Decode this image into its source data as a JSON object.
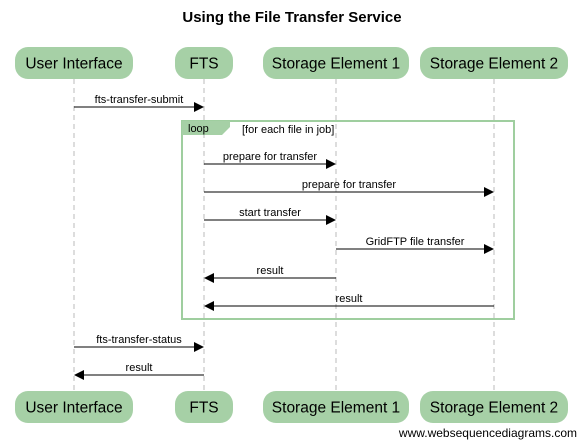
{
  "title": "Using the File Transfer Service",
  "watermark": "www.websequencediagrams.com",
  "participants": [
    {
      "id": "ui",
      "label": "User Interface"
    },
    {
      "id": "fts",
      "label": "FTS"
    },
    {
      "id": "se1",
      "label": "Storage Element 1"
    },
    {
      "id": "se2",
      "label": "Storage Element 2"
    }
  ],
  "messages": [
    {
      "from": "ui",
      "to": "fts",
      "label": "fts-transfer-submit"
    },
    {
      "from": "fts",
      "to": "se1",
      "label": "prepare for transfer"
    },
    {
      "from": "fts",
      "to": "se2",
      "label": "prepare for transfer"
    },
    {
      "from": "fts",
      "to": "se1",
      "label": "start transfer"
    },
    {
      "from": "se1",
      "to": "se2",
      "label": "GridFTP file transfer"
    },
    {
      "from": "se1",
      "to": "fts",
      "label": "result"
    },
    {
      "from": "se2",
      "to": "fts",
      "label": "result"
    },
    {
      "from": "ui",
      "to": "fts",
      "label": "fts-transfer-status"
    },
    {
      "from": "fts",
      "to": "ui",
      "label": "result"
    }
  ],
  "loop": {
    "keyword": "loop",
    "condition": "[for each file in job]",
    "first_message": 1,
    "last_message": 6
  },
  "colors": {
    "actor_fill": "#a6d0a6",
    "frame_stroke": "#9fce9f",
    "lifeline": "#bbbbbb"
  }
}
